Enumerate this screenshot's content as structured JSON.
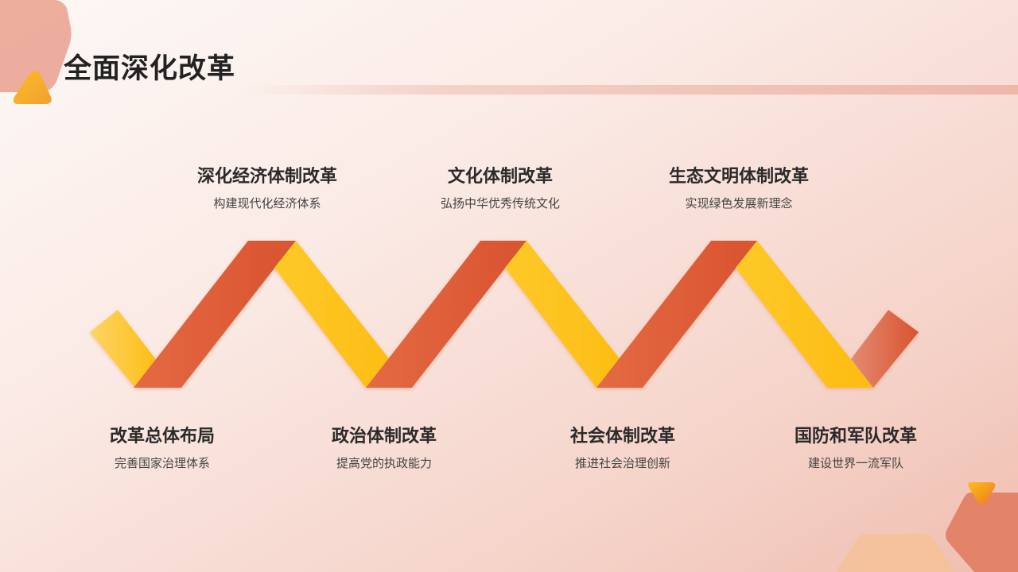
{
  "slide": {
    "title": "全面深化改革",
    "colors": {
      "accent_red": "#dd5a33",
      "accent_yellow": "#fdbf1c",
      "title_text": "#222222",
      "body_text": "#444444",
      "bg_light": "#fdf8f6",
      "bg_dark": "#f0beb0"
    }
  },
  "top_items": [
    {
      "heading": "深化经济体制改革",
      "subtitle": "构建现代化经济体系"
    },
    {
      "heading": "文化体制改革",
      "subtitle": "弘扬中华优秀传统文化"
    },
    {
      "heading": "生态文明体制改革",
      "subtitle": "实现绿色发展新理念"
    }
  ],
  "bottom_items": [
    {
      "heading": "改革总体布局",
      "subtitle": "完善国家治理体系"
    },
    {
      "heading": "政治体制改革",
      "subtitle": "提高党的执政能力"
    },
    {
      "heading": "社会体制改革",
      "subtitle": "推进社会治理创新"
    },
    {
      "heading": "国防和军队改革",
      "subtitle": "建设世界一流军队"
    }
  ]
}
